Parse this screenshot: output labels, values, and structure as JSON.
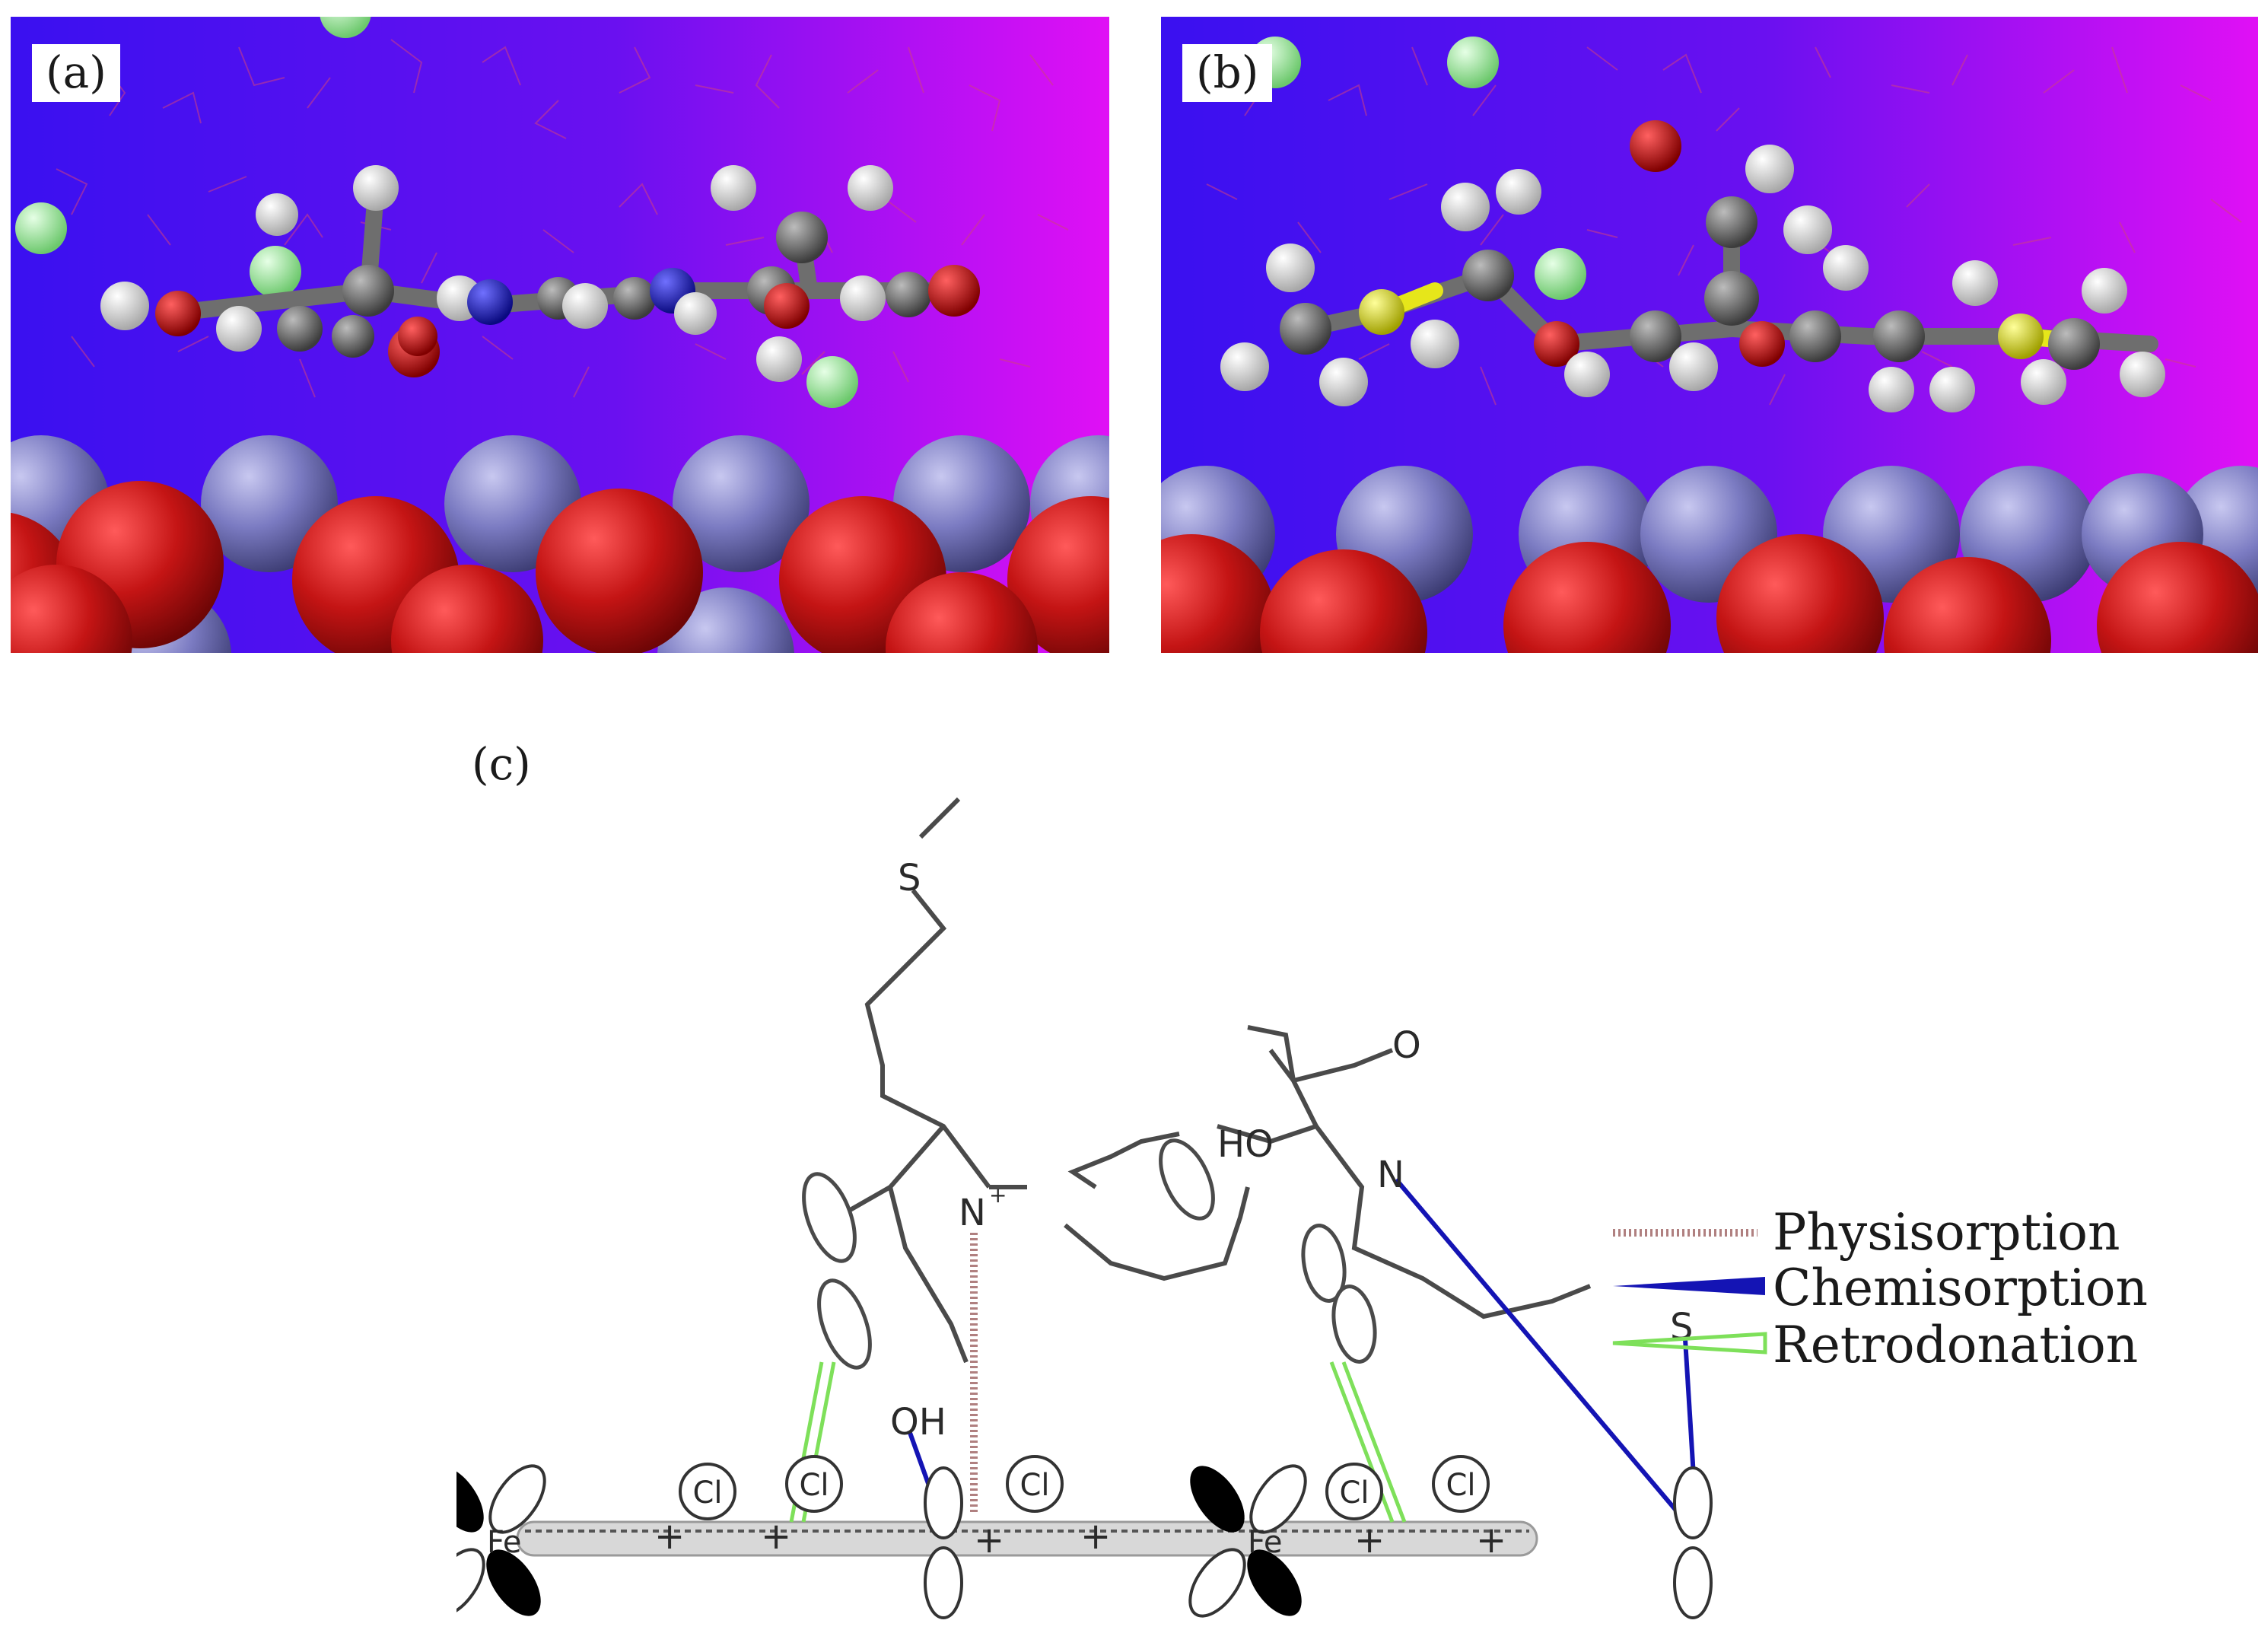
{
  "panels": {
    "a": {
      "label": "(a)"
    },
    "b": {
      "label": "(b)"
    },
    "c": {
      "label": "(c)"
    }
  },
  "colors": {
    "background_blue": "#3a10f0",
    "background_magenta": "#e010f5",
    "surface_red": "#c41414",
    "surface_purple": "#7b7bc2",
    "carbon_grey": "#6e6e6e",
    "hydrogen_white": "#f2f2f2",
    "oxygen_red": "#d01010",
    "nitrogen_blue": "#1a1ae6",
    "sulfur_yellow": "#e6e61a",
    "chloride_green": "#9be89b",
    "physisorption": "#b08080",
    "chemisorption": "#1414b4",
    "retrodonation": "#7ee05a"
  },
  "scheme": {
    "atoms": {
      "sulfur_top": "S",
      "sulfur_right": "S",
      "hydroxyl_acid": "HO",
      "carbonyl_o": "O",
      "n_plus": "N",
      "plus_sign": "+",
      "n_right": "N",
      "hydroxyl_left": "OH",
      "fe_left": "Fe",
      "fe_mid": "Fe",
      "cl": "Cl"
    }
  },
  "legend": {
    "physisorption": "Physisorption",
    "chemisorption": "Chemisorption",
    "retrodonation": "Retrodonation"
  }
}
